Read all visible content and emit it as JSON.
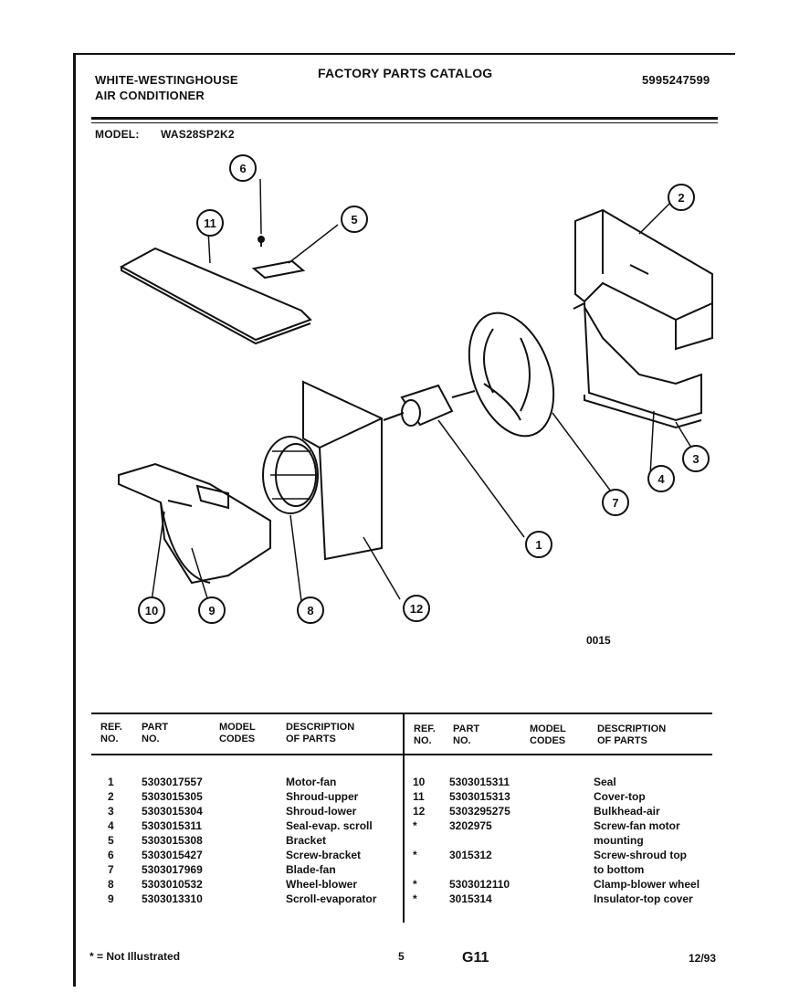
{
  "header": {
    "brand_line1": "WHITE-WESTINGHOUSE",
    "brand_line2": "AIR CONDITIONER",
    "catalog_title": "FACTORY PARTS CATALOG",
    "catalog_number": "5995247599",
    "model_label": "MODEL:",
    "model_value": "WAS28SP2K2"
  },
  "diagram": {
    "code": "0015",
    "callouts": [
      "1",
      "2",
      "3",
      "4",
      "5",
      "6",
      "7",
      "8",
      "9",
      "10",
      "11",
      "12"
    ]
  },
  "table": {
    "headers": {
      "ref": [
        "REF.",
        "NO."
      ],
      "part": [
        "PART",
        "NO."
      ],
      "model": [
        "MODEL",
        "CODES"
      ],
      "desc": [
        "DESCRIPTION",
        "OF PARTS"
      ]
    },
    "left_rows": [
      {
        "ref": "1",
        "part": "5303017557",
        "desc": "Motor-fan"
      },
      {
        "ref": "2",
        "part": "5303015305",
        "desc": "Shroud-upper"
      },
      {
        "ref": "3",
        "part": "5303015304",
        "desc": "Shroud-lower"
      },
      {
        "ref": "4",
        "part": "5303015311",
        "desc": "Seal-evap. scroll"
      },
      {
        "ref": "5",
        "part": "5303015308",
        "desc": "Bracket"
      },
      {
        "ref": "6",
        "part": "5303015427",
        "desc": "Screw-bracket"
      },
      {
        "ref": "7",
        "part": "5303017969",
        "desc": "Blade-fan"
      },
      {
        "ref": "8",
        "part": "5303010532",
        "desc": "Wheel-blower"
      },
      {
        "ref": "9",
        "part": "5303013310",
        "desc": "Scroll-evaporator"
      }
    ],
    "right_rows": [
      {
        "ref": "10",
        "part": "5303015311",
        "desc": "Seal"
      },
      {
        "ref": "11",
        "part": "5303015313",
        "desc": "Cover-top"
      },
      {
        "ref": "12",
        "part": "5303295275",
        "desc": "Bulkhead-air"
      },
      {
        "ref": "*",
        "part": "3202975",
        "desc": "Screw-fan motor"
      },
      {
        "ref": "",
        "part": "",
        "desc": "mounting"
      },
      {
        "ref": "*",
        "part": "3015312",
        "desc": "Screw-shroud top"
      },
      {
        "ref": "",
        "part": "",
        "desc": "to bottom"
      },
      {
        "ref": "*",
        "part": "5303012110",
        "desc": "Clamp-blower wheel"
      },
      {
        "ref": "*",
        "part": "3015314",
        "desc": "Insulator-top cover"
      }
    ]
  },
  "footer": {
    "note": "* = Not Illustrated",
    "page": "5",
    "section": "G11",
    "date": "12/93"
  }
}
